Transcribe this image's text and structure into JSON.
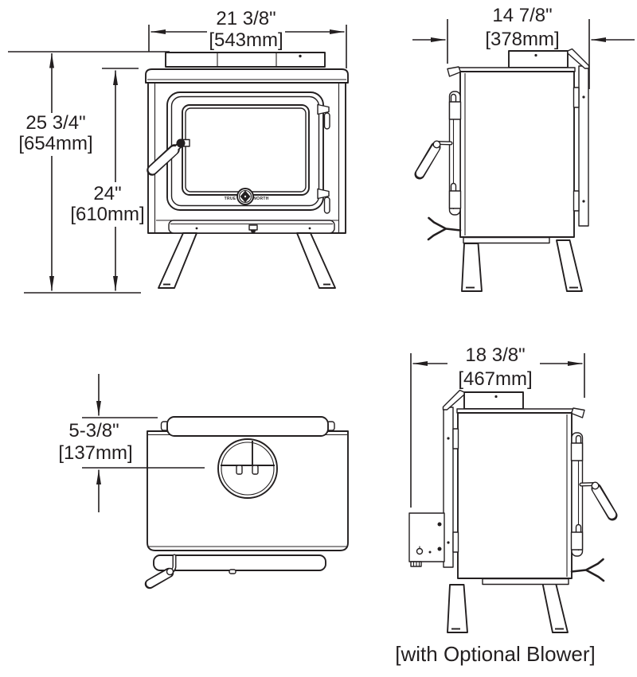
{
  "dims": {
    "front_width": {
      "in": "21 3/8\"",
      "mm": "[543mm]"
    },
    "overall_height": {
      "in": "25 3/4\"",
      "mm": "[654mm]"
    },
    "top_height": {
      "in": "24\"",
      "mm": "[610mm]"
    },
    "side_depth": {
      "in": "14 7/8\"",
      "mm": "[378mm]"
    },
    "flue_offset": {
      "in": "5-3/8\"",
      "mm": "[137mm]"
    },
    "blower_depth": {
      "in": "18 3/8\"",
      "mm": "[467mm]"
    }
  },
  "caption": "[with Optional Blower]",
  "logo": {
    "left": "TRUE",
    "right": "NORTH"
  },
  "colors": {
    "line": "#231f20",
    "background": "#ffffff"
  }
}
